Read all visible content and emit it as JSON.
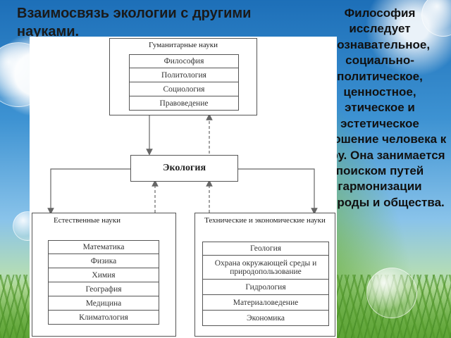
{
  "title": "Взаимосвязь экологии с другими науками.",
  "side_text": "Философия исследует познавательное, социально-политическое, ценностное, этическое и эстетическое отношение человека к миру. Она занимается поиском путей гармонизации природы и общества.",
  "diagram": {
    "humanities": {
      "title": "Гуманитарные науки",
      "items": [
        "Философия",
        "Политология",
        "Социология",
        "Правоведение"
      ]
    },
    "center": "Экология",
    "natural": {
      "title": "Естественные науки",
      "items": [
        "Математика",
        "Физика",
        "Химия",
        "География",
        "Медицина",
        "Климатология"
      ]
    },
    "technical": {
      "title": "Технические и экономические науки",
      "items": [
        "Геология",
        "Охрана окружающей среды и природопользование",
        "Гидрология",
        "Материаловедение",
        "Экономика"
      ]
    }
  }
}
